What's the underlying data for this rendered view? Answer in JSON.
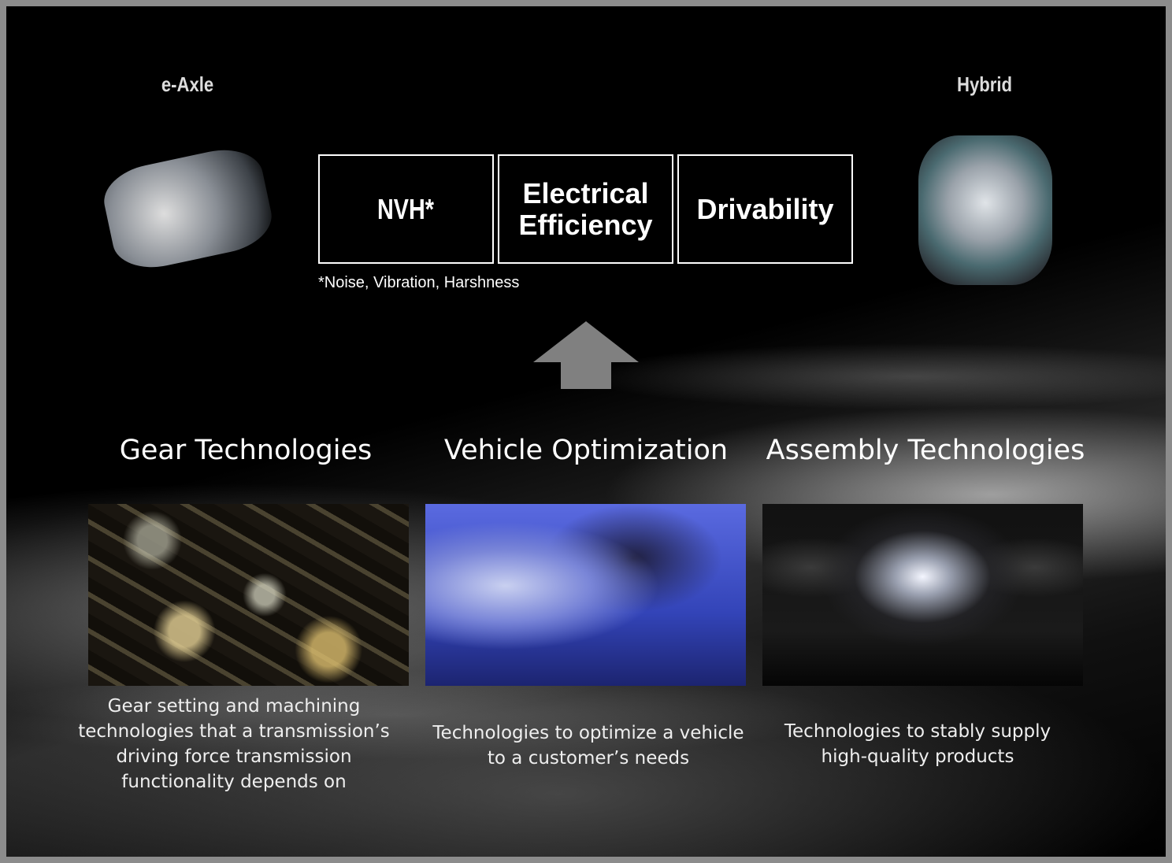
{
  "products": {
    "left": {
      "label": "e-Axle"
    },
    "right": {
      "label": "Hybrid"
    }
  },
  "values": [
    {
      "label": "NVH*"
    },
    {
      "label": "Electrical Efficiency"
    },
    {
      "label": "Drivability"
    }
  ],
  "footnote": "*Noise, Vibration, Harshness",
  "colors": {
    "arrow": "#808080",
    "border": "#8c8c8c",
    "background": "#000000"
  },
  "technologies": [
    {
      "title": "Gear Technologies",
      "caption": [
        "Gear setting and machining",
        "technologies that a transmission’s",
        "driving force transmission",
        "functionality depends on"
      ]
    },
    {
      "title": "Vehicle Optimization",
      "caption": [
        "Technologies to optimize a vehicle",
        "to a customer’s needs"
      ]
    },
    {
      "title": "Assembly Technologies",
      "caption": [
        "Technologies to stably supply",
        "high-quality products"
      ]
    }
  ]
}
